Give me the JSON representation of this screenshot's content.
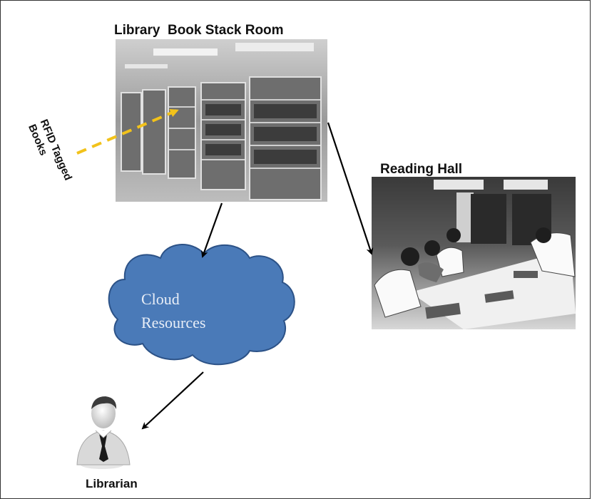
{
  "labels": {
    "stack_room": "Library  Book Stack Room",
    "reading_hall": "Reading Hall",
    "librarian": "Librarian",
    "rfid_line1": "RFID  Tagged",
    "rfid_line2": "Books"
  },
  "cloud": {
    "line1": "Cloud",
    "line2": "Resources"
  },
  "colors": {
    "cloud_fill": "#4a7ab8",
    "cloud_stroke": "#2c5287",
    "rfid_arrow": "#f2c21a",
    "arrows": "#000000"
  }
}
